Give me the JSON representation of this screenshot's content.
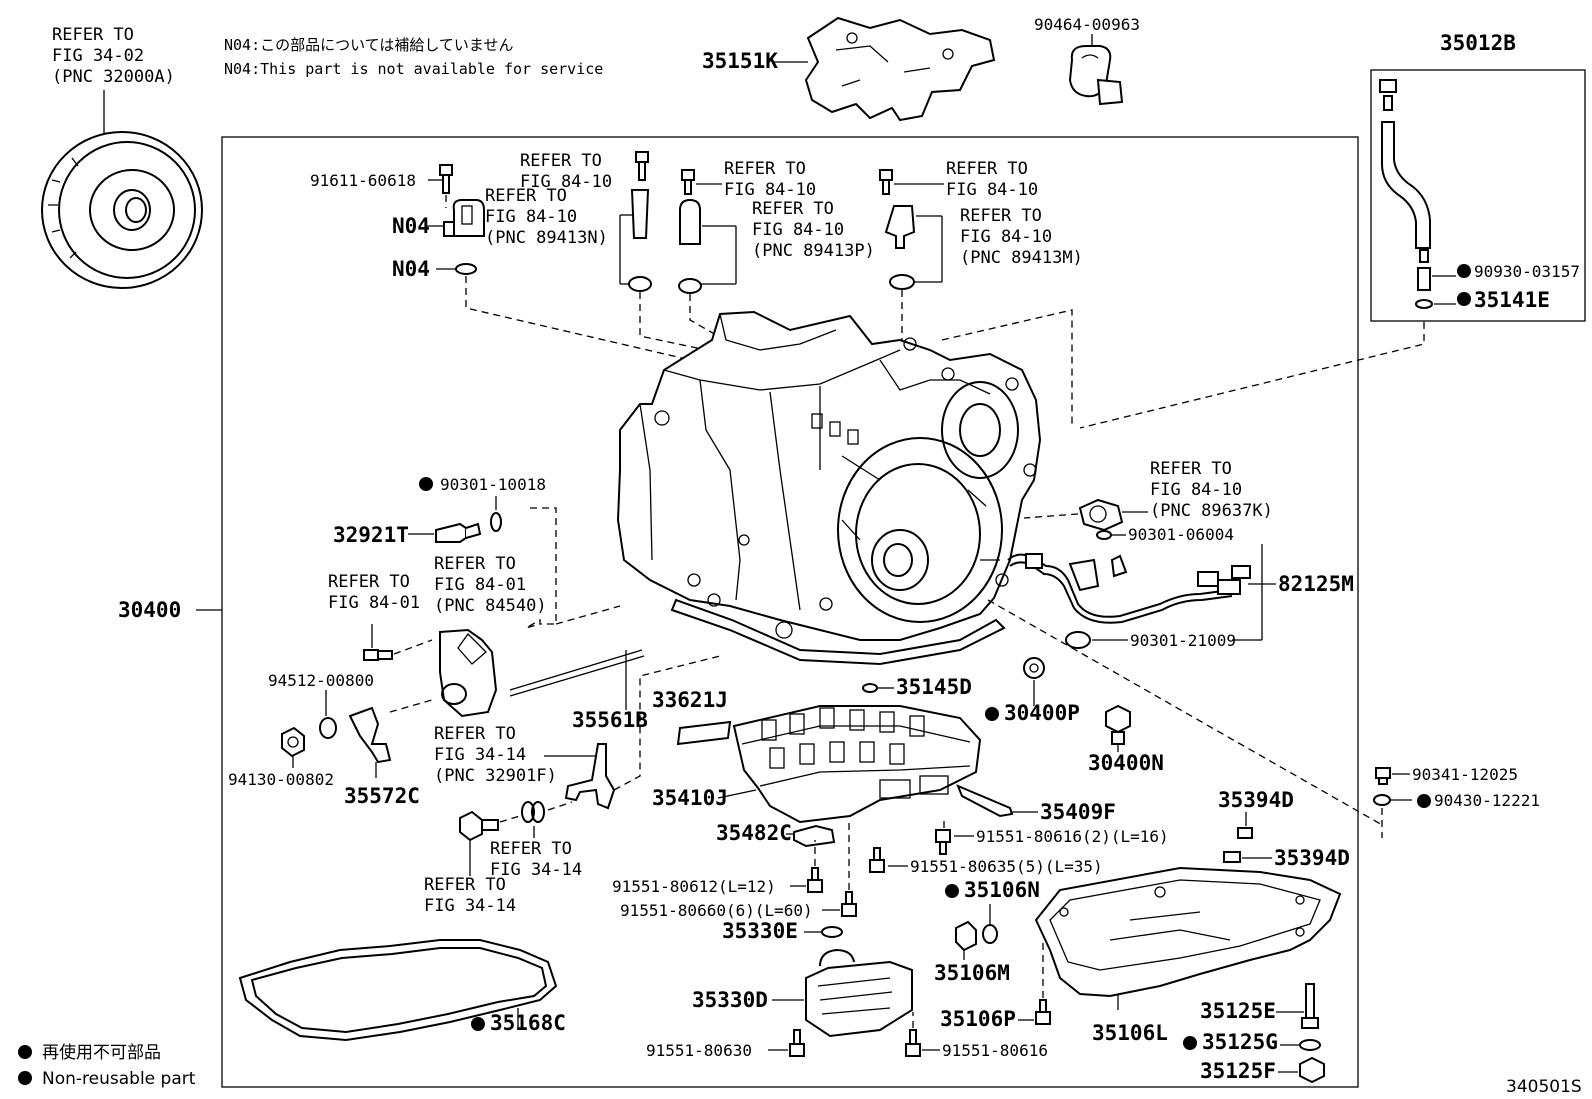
{
  "diagram": {
    "figure_number": "340501S",
    "notes": {
      "n04_jp": "N04:この部品については補給していません",
      "n04_en": "N04:This part is not available for service"
    },
    "legend": {
      "jp": "再使用不可部品",
      "en": "Non-reusable part"
    },
    "refs": {
      "r1": [
        "REFER TO",
        "FIG 34-02",
        "(PNC 32000A)"
      ],
      "r2": [
        "REFER TO",
        "FIG 84-10"
      ],
      "r3": [
        "REFER TO",
        "FIG 84-10",
        "(PNC 89413N)"
      ],
      "r4": [
        "REFER TO",
        "FIG 84-10"
      ],
      "r5": [
        "REFER TO",
        "FIG 84-10",
        "(PNC 89413P)"
      ],
      "r6": [
        "REFER TO",
        "FIG 84-10"
      ],
      "r7": [
        "REFER TO",
        "FIG 84-10",
        "(PNC 89413M)"
      ],
      "r8": [
        "REFER TO",
        "FIG 84-10",
        "(PNC 89637K)"
      ],
      "r9": [
        "REFER TO",
        "FIG 84-01"
      ],
      "r10": [
        "REFER TO",
        "FIG 84-01",
        "(PNC 84540)"
      ],
      "r11": [
        "REFER TO",
        "FIG 34-14",
        "(PNC 32901F)"
      ],
      "r12": [
        "REFER TO",
        "FIG 34-14"
      ],
      "r13": [
        "REFER TO",
        "FIG 34-14"
      ]
    },
    "parts": {
      "p35151K": "35151K",
      "p9046400963": "90464-00963",
      "p35012B": "35012B",
      "p9161160618": "91611-60618",
      "pN04a": "N04",
      "pN04b": "N04",
      "p9093003157": "90930-03157",
      "p35141E": "35141E",
      "p9030110018": "90301-10018",
      "p32921T": "32921T",
      "p30400": "30400",
      "p9030106004": "90301-06004",
      "p82125M": "82125M",
      "p9030121009": "90301-21009",
      "p9451200800": "94512-00800",
      "p9413000802": "94130-00802",
      "p35572C": "35572C",
      "p35561B": "35561B",
      "p33621J": "33621J",
      "p35145D": "35145D",
      "p30400P": "30400P",
      "p30400N": "30400N",
      "p9034112025": "90341-12025",
      "p9043012221": "90430-12221",
      "p35410J": "35410J",
      "p35482C": "35482C",
      "p35409F": "35409F",
      "p35394Da": "35394D",
      "p35394Db": "35394D",
      "p9155180616b": "91551-80616(2)(L=16)",
      "p9155180635": "91551-80635(5)(L=35)",
      "p9155180612": "91551-80612(L=12)",
      "p9155180660": "91551-80660(6)(L=60)",
      "p35330E": "35330E",
      "p35106N": "35106N",
      "p35106M": "35106M",
      "p35330D": "35330D",
      "p35106P": "35106P",
      "p35106L": "35106L",
      "p35125E": "35125E",
      "p35125G": "35125G",
      "p35125F": "35125F",
      "p35168C": "35168C",
      "p9155180630": "91551-80630",
      "p9155180616": "91551-80616"
    }
  }
}
